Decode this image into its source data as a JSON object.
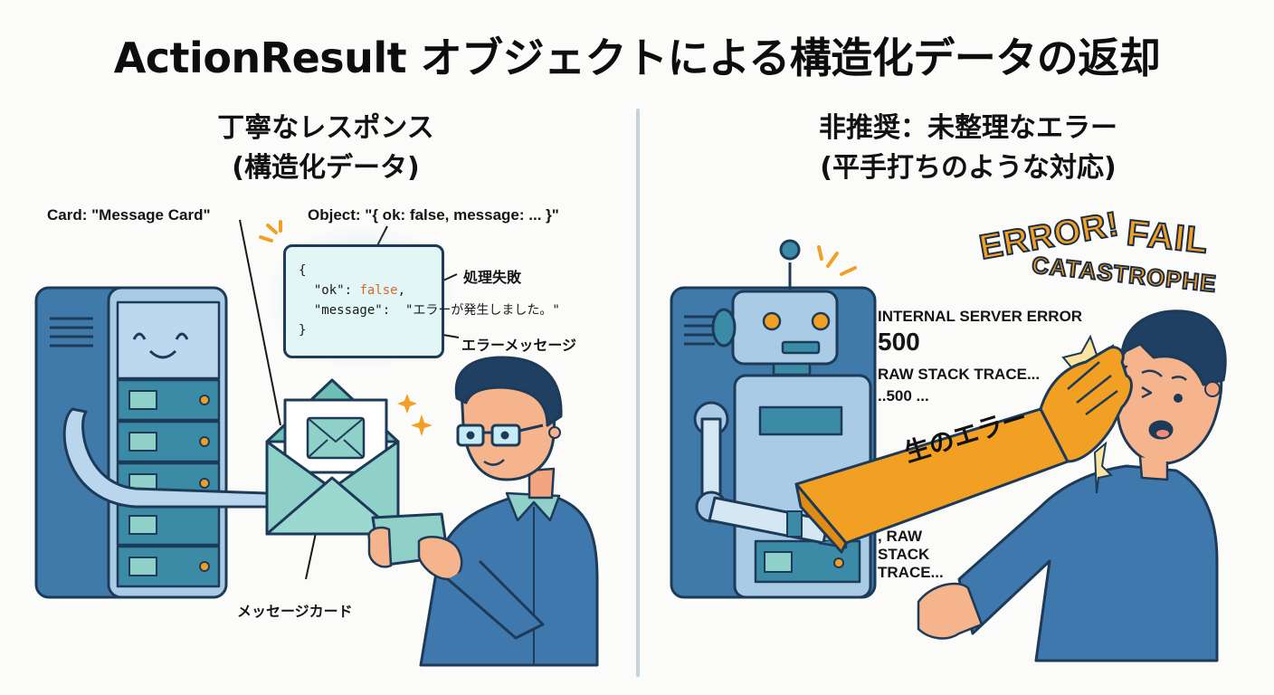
{
  "title": "ActionResult オブジェクトによる構造化データの返却",
  "left_panel": {
    "heading_line1": "丁寧なレスポンス",
    "heading_line2": "(構造化データ)",
    "labels": {
      "card": "Card: \"Message Card\"",
      "object": "Object: \"{ ok: false, message: ... }\"",
      "failure": "処理失敗",
      "error_message": "エラーメッセージ",
      "message_card": "メッセージカード"
    },
    "code": {
      "open": "{",
      "ok_key": "  \"ok\": ",
      "ok_value": "false",
      "ok_comma": ",",
      "message_line": "  \"message\":  \"エラーが発生しました。\"",
      "close": "}"
    },
    "characters": [
      "smiling-server",
      "happy-user-with-glasses"
    ]
  },
  "right_panel": {
    "heading_line1": "非推奨：未整理なエラー",
    "heading_line2": "(平手打ちのような対応)",
    "shouts": [
      "ERROR!",
      "FAIL",
      "CATASTROPHE"
    ],
    "error_lines": {
      "line1": "INTERNAL SERVER ERROR",
      "line2": "500",
      "line3": "RAW STACK TRACE...",
      "line4": "..500 ...",
      "line5": ", RAW",
      "line6": "STACK",
      "line7": "TRACE..."
    },
    "arm_label": "生のエラー",
    "characters": [
      "robot-server",
      "slapped-user"
    ]
  },
  "colors": {
    "server_dark": "#3f7aab",
    "server_light": "#a9cbe6",
    "teal": "#8fd1c8",
    "outline": "#1d3b58",
    "accent_orange": "#f2a024",
    "skin": "#f6b48c",
    "shirt": "#3e78ad",
    "hair": "#1f3f63"
  }
}
